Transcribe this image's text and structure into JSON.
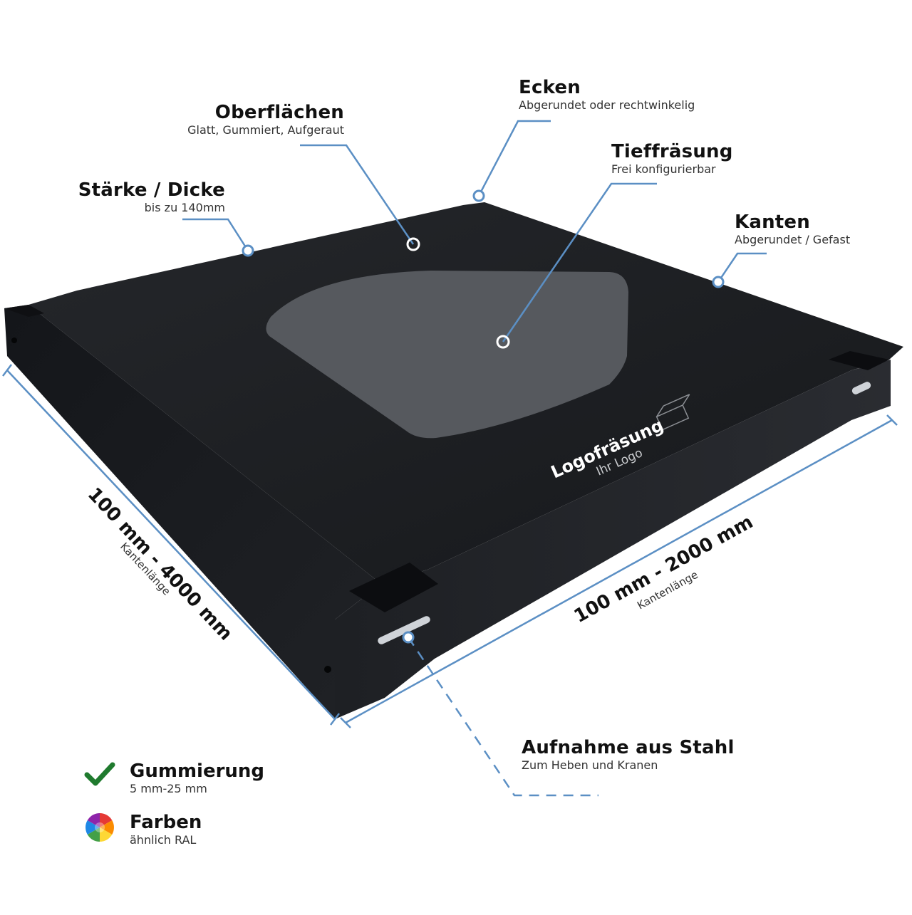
{
  "callouts": {
    "ecken": {
      "title": "Ecken",
      "subtitle": "Abgerundet oder rechtwinkelig"
    },
    "oberflaechen": {
      "title": "Oberflächen",
      "subtitle": "Glatt, Gummiert, Aufgeraut"
    },
    "tieffraesung": {
      "title": "Tieffräsung",
      "subtitle": "Frei konfigurierbar"
    },
    "staerke": {
      "title": "Stärke / Dicke",
      "subtitle": "bis zu 140mm"
    },
    "kanten": {
      "title": "Kanten",
      "subtitle": "Abgerundet / Gefast"
    },
    "aufnahme": {
      "title": "Aufnahme aus Stahl",
      "subtitle": "Zum Heben und Kranen"
    }
  },
  "dimensions": {
    "left": {
      "value": "100 mm - 4000 mm",
      "label": "Kantenlänge"
    },
    "right": {
      "value": "100 mm - 2000 mm",
      "label": "Kantenlänge"
    }
  },
  "engraving": {
    "title": "Logofräsung",
    "subtitle": "Ihr Logo"
  },
  "legend": [
    {
      "icon": "checkmark-icon",
      "title": "Gummierung",
      "subtitle": "5 mm-25 mm",
      "color": "#1f7a2e"
    },
    {
      "icon": "color-wheel-icon",
      "title": "Farben",
      "subtitle": "ähnlich RAL"
    }
  ],
  "colors": {
    "accent_line": "#5b8fc4",
    "plate": "#1b1d21",
    "recess": "#55585c"
  }
}
